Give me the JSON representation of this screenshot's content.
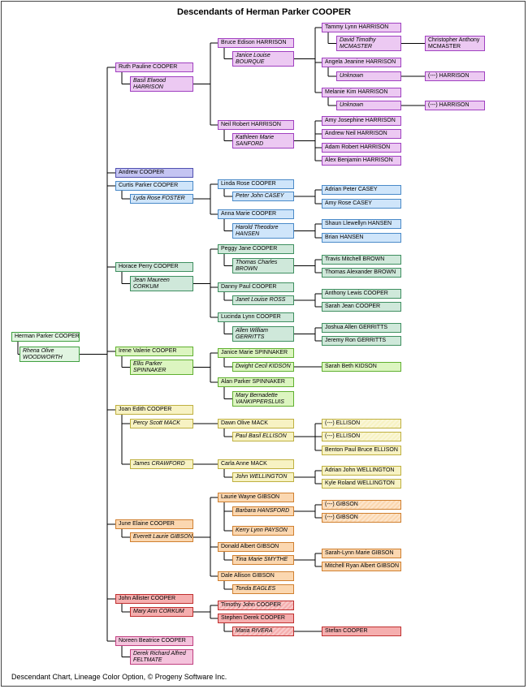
{
  "title": "Descendants of Herman Parker COOPER",
  "footer": "Descendant Chart, Lineage Color Option, © Progeny Software Inc.",
  "colors": {
    "root": {
      "fill": "#e1f5e1",
      "border": "#40a040"
    },
    "purple": {
      "fill": "#ecc9f2",
      "border": "#a040c0"
    },
    "indigo": {
      "fill": "#c4c4f2",
      "border": "#5050b0"
    },
    "blue": {
      "fill": "#cfe5fa",
      "border": "#4a8ac8"
    },
    "teal": {
      "fill": "#cfe8da",
      "border": "#3f8f60"
    },
    "lime": {
      "fill": "#dcf5c0",
      "border": "#60b030"
    },
    "yellow": {
      "fill": "#f7f2c3",
      "border": "#bfb040"
    },
    "orange": {
      "fill": "#fbd7b0",
      "border": "#d08030"
    },
    "red": {
      "fill": "#f5aeae",
      "border": "#c03030"
    },
    "pink": {
      "fill": "#f4c3dc",
      "border": "#c04080"
    }
  },
  "people": {
    "herman": {
      "name": "Herman Parker COOPER"
    },
    "rhena": {
      "name": "Rhena Olive\nWOODWORTH"
    },
    "ruth": {
      "name": "Ruth Pauline COOPER"
    },
    "basil": {
      "name": "Basil Elwood\nHARRISON"
    },
    "bruce": {
      "name": "Bruce Edison HARRISON"
    },
    "janice_b": {
      "name": "Janice Louise\nBOURQUE"
    },
    "tammy": {
      "name": "Tammy Lynn HARRISON"
    },
    "david_m": {
      "name": "David Timothy\nMCMASTER"
    },
    "christopher_m": {
      "name": "Christopher Anthony\nMCMASTER"
    },
    "angela": {
      "name": "Angela Jeanine HARRISON"
    },
    "unknown1": {
      "name": "Unknown"
    },
    "harrison1": {
      "name": "(---) HARRISON"
    },
    "melanie": {
      "name": "Melanie Kim HARRISON"
    },
    "unknown2": {
      "name": "Unknown"
    },
    "harrison2": {
      "name": "(---) HARRISON"
    },
    "neil": {
      "name": "Neil Robert HARRISON"
    },
    "kathleen": {
      "name": "Kathleen Marie\nSANFORD"
    },
    "amy_h": {
      "name": "Amy Josephine HARRISON"
    },
    "andrew_h": {
      "name": "Andrew Neil HARRISON"
    },
    "adam_h": {
      "name": "Adam Robert HARRISON"
    },
    "alex_h": {
      "name": "Alex Benjamin HARRISON"
    },
    "andrew_c": {
      "name": "Andrew COOPER"
    },
    "curtis": {
      "name": "Curtis Parker COOPER"
    },
    "lyda": {
      "name": "Lyda Rose FOSTER"
    },
    "linda": {
      "name": "Linda Rose COOPER"
    },
    "peter_c": {
      "name": "Peter John CASEY"
    },
    "adrian_c": {
      "name": "Adrian Peter CASEY"
    },
    "amy_c": {
      "name": "Amy Rose CASEY"
    },
    "anna": {
      "name": "Anna Marie COOPER"
    },
    "harold": {
      "name": "Harold Theodore\nHANSEN"
    },
    "shaun": {
      "name": "Shaun Llewellyn HANSEN"
    },
    "brian": {
      "name": "Brian HANSEN"
    },
    "horace": {
      "name": "Horace Perry COOPER"
    },
    "jean_c": {
      "name": "Jean Maureen\nCORKUM"
    },
    "peggy": {
      "name": "Peggy Jane COOPER"
    },
    "thomas_b": {
      "name": "Thomas Charles\nBROWN"
    },
    "travis": {
      "name": "Travis Mitchell BROWN"
    },
    "thomas_ab": {
      "name": "Thomas Alexander BROWN"
    },
    "danny": {
      "name": "Danny Paul COOPER"
    },
    "janet": {
      "name": "Janet Louise ROSS"
    },
    "anthony": {
      "name": "Anthony Lewis COOPER"
    },
    "sarah_jc": {
      "name": "Sarah Jean COOPER"
    },
    "lucinda": {
      "name": "Lucinda Lynn COOPER"
    },
    "allen": {
      "name": "Allen William\nGERRITTS"
    },
    "joshua": {
      "name": "Joshua Allen GERRITTS"
    },
    "jeremy": {
      "name": "Jeremy Ron GERRITTS"
    },
    "irene": {
      "name": "Irene Valerie COOPER"
    },
    "ellis": {
      "name": "Ellis Parker\nSPINNAKER"
    },
    "janice_s": {
      "name": "Janice Marie SPINNAKER"
    },
    "dwight": {
      "name": "Dwight Cecil KIDSON"
    },
    "sarah_bk": {
      "name": "Sarah Beth KIDSON"
    },
    "alan_s": {
      "name": "Alan Parker SPINNAKER"
    },
    "mary_v": {
      "name": "Mary Bernadette\nVANKIPPERSLUIS"
    },
    "joan": {
      "name": "Joan Edith COOPER"
    },
    "percy": {
      "name": "Percy Scott MACK"
    },
    "dawn": {
      "name": "Dawn Olive MACK"
    },
    "paul_e": {
      "name": "Paul Basil ELLISON"
    },
    "ellison1": {
      "name": "(---) ELLISON"
    },
    "ellison2": {
      "name": "(---) ELLISON"
    },
    "benton": {
      "name": "Benton Paul Bruce ELLISON"
    },
    "james": {
      "name": "James CRAWFORD"
    },
    "carla": {
      "name": "Carla Anne MACK"
    },
    "john_w": {
      "name": "John WELLINGTON"
    },
    "adrian_w": {
      "name": "Adrian John WELLINGTON"
    },
    "kyle": {
      "name": "Kyle Roland WELLINGTON"
    },
    "june": {
      "name": "June Elaine COOPER"
    },
    "everett": {
      "name": "Everett Laurie GIBSON"
    },
    "laurie": {
      "name": "Laurie Wayne GIBSON"
    },
    "barbara": {
      "name": "Barbara HANSFORD"
    },
    "gibson1": {
      "name": "(---) GIBSON"
    },
    "gibson2": {
      "name": "(---) GIBSON"
    },
    "kerry": {
      "name": "Kerry Lynn PAYSON"
    },
    "donald": {
      "name": "Donald Albert GIBSON"
    },
    "tina": {
      "name": "Tina Marie SMYTHE"
    },
    "sarah_lynn": {
      "name": "Sarah-Lynn Marie GIBSON"
    },
    "mitchell": {
      "name": "Mitchell Ryan Albert GIBSON"
    },
    "dale": {
      "name": "Dale Allison GIBSON"
    },
    "tonda": {
      "name": "Tonda EAGLES"
    },
    "john_a": {
      "name": "John Allister COOPER"
    },
    "mary_ac": {
      "name": "Mary Ann CORKUM"
    },
    "timothy": {
      "name": "Timothy John COOPER"
    },
    "stephen": {
      "name": "Stephen Derek COOPER"
    },
    "maria": {
      "name": "Maria RIVERA"
    },
    "stefan": {
      "name": "Stefan COOPER"
    },
    "noreen": {
      "name": "Noreen Beatrice COOPER"
    },
    "derek": {
      "name": "Derek Richard Alfred\nFELTMATE"
    }
  }
}
